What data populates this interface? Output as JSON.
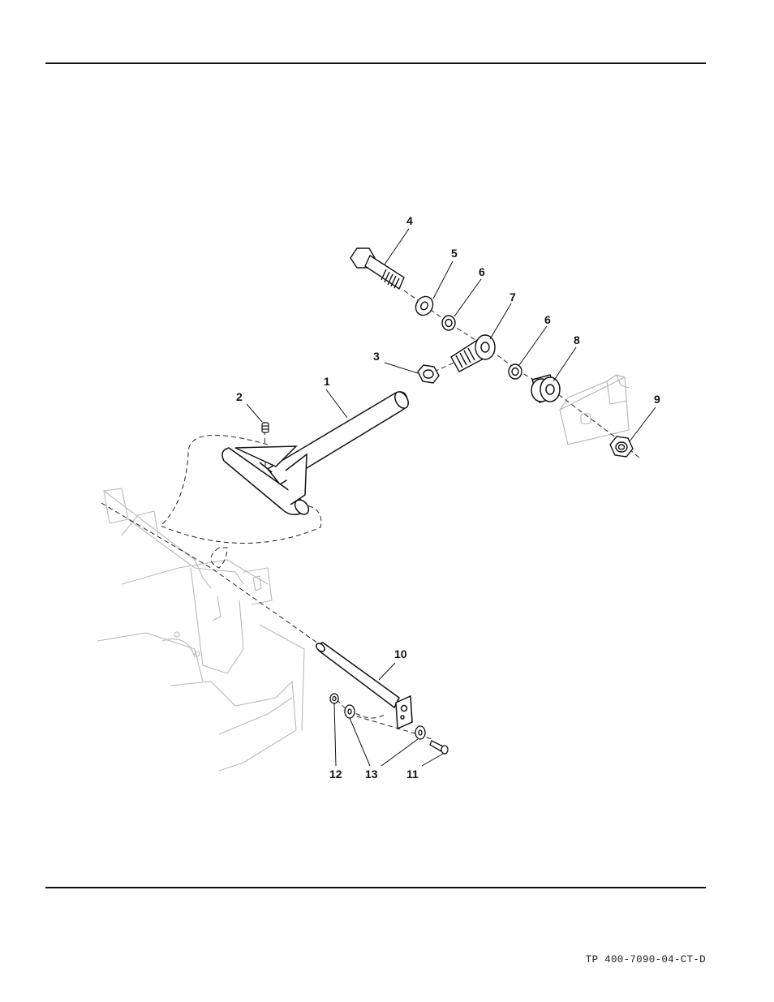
{
  "diagram": {
    "callouts": [
      {
        "id": "c1",
        "label": "1"
      },
      {
        "id": "c2",
        "label": "2"
      },
      {
        "id": "c3",
        "label": "3"
      },
      {
        "id": "c4",
        "label": "4"
      },
      {
        "id": "c5",
        "label": "5"
      },
      {
        "id": "c6a",
        "label": "6"
      },
      {
        "id": "c6b",
        "label": "6"
      },
      {
        "id": "c7",
        "label": "7"
      },
      {
        "id": "c8",
        "label": "8"
      },
      {
        "id": "c9",
        "label": "9"
      },
      {
        "id": "c10",
        "label": "10"
      },
      {
        "id": "c11",
        "label": "11"
      },
      {
        "id": "c12",
        "label": "12"
      },
      {
        "id": "c13",
        "label": "13"
      }
    ]
  },
  "footer": {
    "doc_number": "TP 400-7090-04-CT-D"
  }
}
